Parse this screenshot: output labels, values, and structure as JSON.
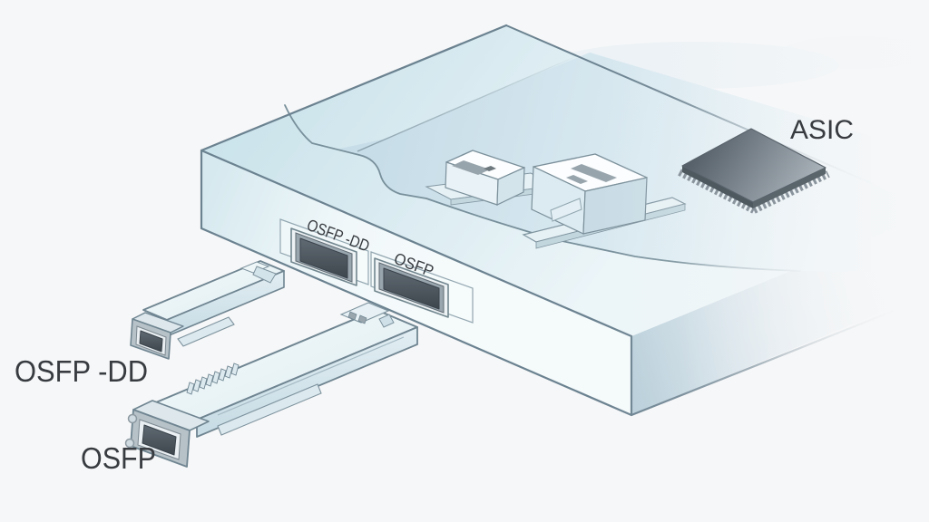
{
  "labels": {
    "module_osfp_dd": "OSFP -DD",
    "module_osfp": "OSFP",
    "port_osfp_dd": "OSFP -DD",
    "port_osfp": "OSFP",
    "asic": "ASIC"
  },
  "colors": {
    "background": "#f6f7f8",
    "outline": "#6b8290",
    "chassis_top": "#cbe3eb",
    "chassis_front": "#eef6f9",
    "chassis_side": "#b9cfda",
    "recess_floor": "#c7dde8",
    "cage_white": "#fbfdfe",
    "cage_mark": "#98a4ac",
    "pcb_strip": "#e6f1f5",
    "asic_dark": "#566069",
    "asic_light": "#a9b2b9",
    "port_hole_dark": "#3e464d",
    "label_text": "#383c41"
  }
}
